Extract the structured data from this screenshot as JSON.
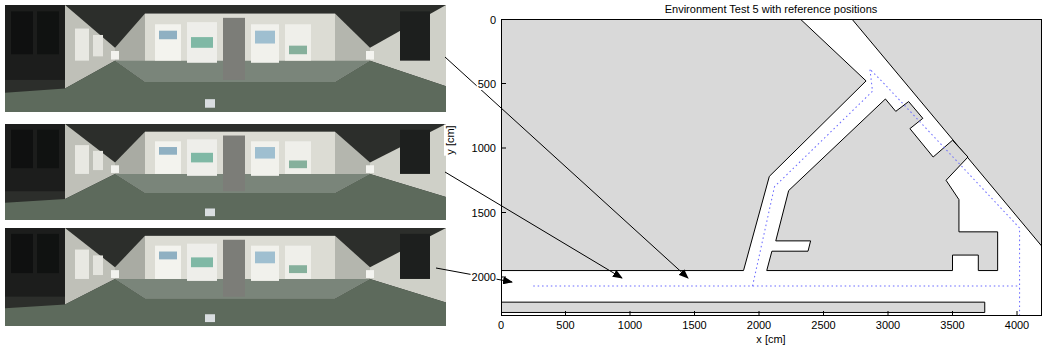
{
  "diagram": {
    "title": "Environment Test 5 with reference positions",
    "labels": [
      "0",
      "500",
      "1000",
      "1500",
      "2000",
      "y [cm]",
      "0",
      "500",
      "1000",
      "1500",
      "2000",
      "2500",
      "3000",
      "3500",
      "4000",
      "x [cm]"
    ]
  }
}
